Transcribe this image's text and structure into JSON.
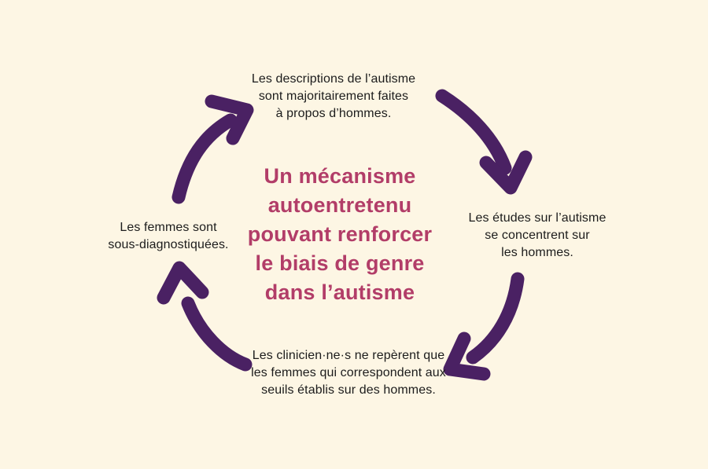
{
  "colors": {
    "background": "#fdf6e4",
    "arrow": "#4a2163",
    "title": "#b23d68",
    "text": "#1c1c1c"
  },
  "center_title": {
    "lines": [
      "Un mécanisme",
      "autoentretenu",
      "pouvant renforcer",
      "le biais de genre",
      "dans l’autisme"
    ]
  },
  "nodes": {
    "top": {
      "lines": [
        "Les descriptions de l’autisme",
        "sont majoritairement faites",
        "à propos d’hommes."
      ]
    },
    "right": {
      "lines": [
        "Les études sur l’autisme",
        "se concentrent sur",
        "les hommes."
      ]
    },
    "bottom": {
      "lines": [
        "Les clinicien·ne·s ne repèrent que",
        "les femmes qui correspondent aux",
        "seuils établis sur des hommes."
      ]
    },
    "left": {
      "lines": [
        "Les femmes sont",
        "sous-diagnostiquées."
      ]
    }
  },
  "icons": {
    "arrow_left_to_top": "curved-arrow-up-right",
    "arrow_top_to_right": "curved-arrow-down-right",
    "arrow_right_to_bottom": "curved-arrow-down-left",
    "arrow_bottom_to_left": "curved-arrow-up-left"
  }
}
